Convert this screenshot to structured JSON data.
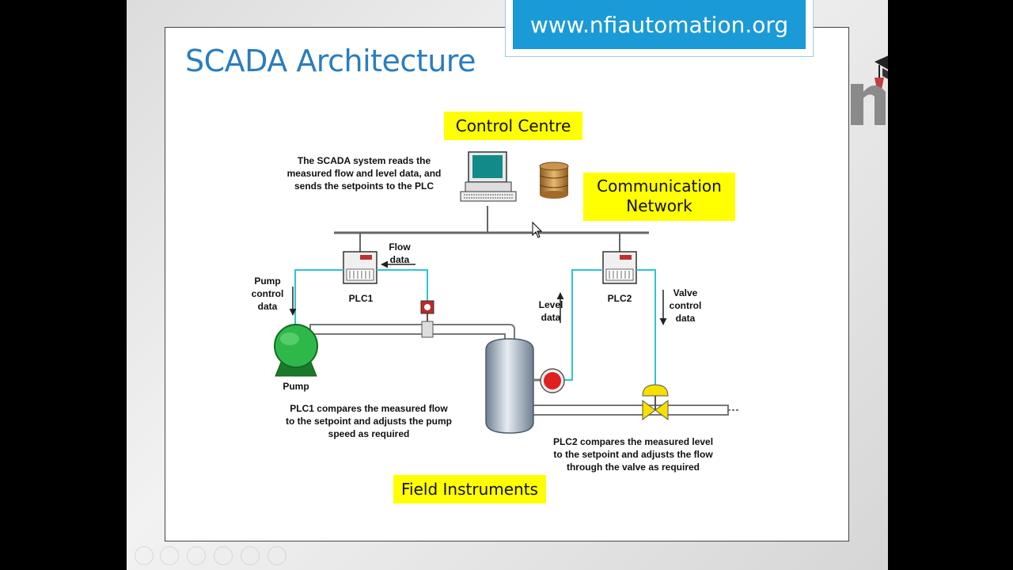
{
  "banner": {
    "url": "www.nfiautomation.org"
  },
  "slide": {
    "title": "SCADA Architecture",
    "labels": {
      "control_centre": "Control Centre",
      "communication_network": "Communication Network",
      "field_instruments": "Field Instruments"
    },
    "notes": {
      "scada_reads": [
        "The SCADA system reads the",
        "measured flow and level data, and",
        "sends the setpoints to the PLC"
      ],
      "flow_data": [
        "Flow",
        "data"
      ],
      "pump_control": [
        "Pump",
        "control",
        "data"
      ],
      "level_data": [
        "Level",
        "data"
      ],
      "valve_control": [
        "Valve",
        "control",
        "data"
      ],
      "plc1": "PLC1",
      "plc2": "PLC2",
      "pump": "Pump",
      "plc1_compares": [
        "PLC1 compares the measured flow",
        "to the setpoint and adjusts the pump",
        "speed as required"
      ],
      "plc2_compares": [
        "PLC2 compares the measured level",
        "to the setpoint and adjusts the flow",
        "through the valve as required"
      ]
    }
  },
  "colors": {
    "title_blue": "#2a7dbf",
    "banner_blue": "#1a9ad6",
    "label_yellow": "#ffff00",
    "signal_cyan": "#2ec4d0",
    "pump_green": "#2fb84a",
    "sensor_red": "#e02020",
    "valve_yellow": "#f5e000"
  }
}
